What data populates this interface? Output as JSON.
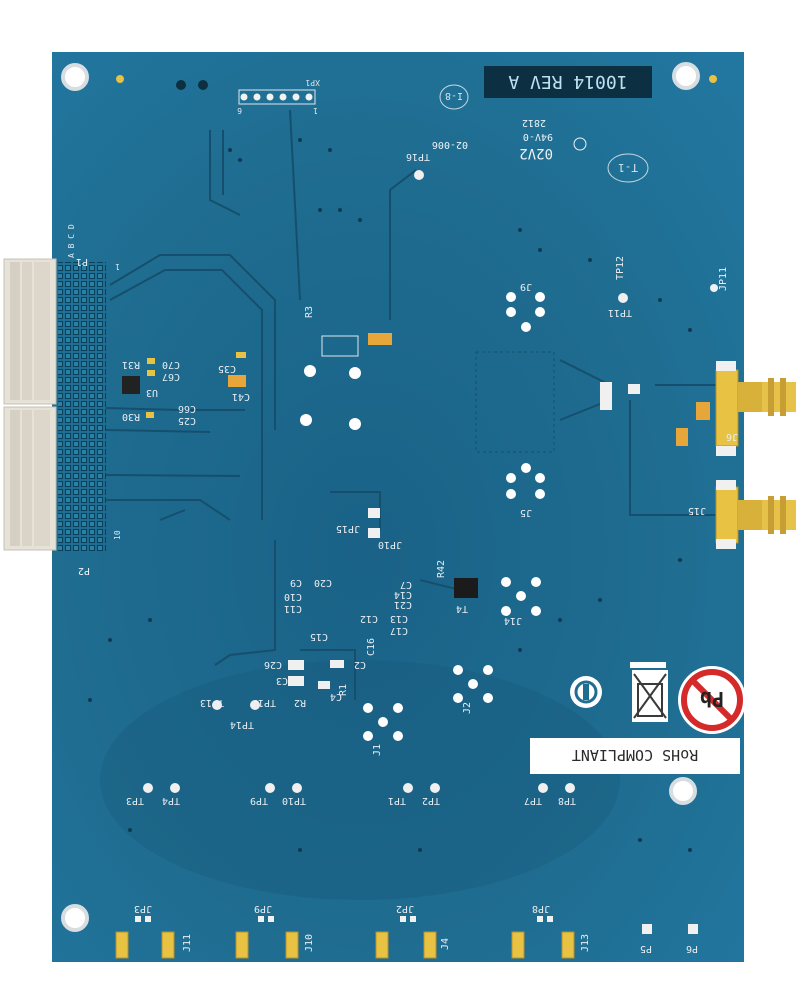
{
  "board": {
    "rev_label": "10014 REV A",
    "fab_code": "02-006",
    "date_code": "02V2",
    "rating": "94V-0",
    "lot": "2812",
    "stamp_t1": "T-1",
    "stamp_i8": "I-8",
    "rohs_label": "RoHS COMPLIANT",
    "pb_symbol": "Pb",
    "colors": {
      "board": "#1f6d91",
      "board_dark": "#1a5f82",
      "trace": "#164f6d",
      "pad_gold": "#e7c243",
      "connector": "#e7e2d8",
      "silkscreen": "#eef3f6"
    }
  },
  "connectors": {
    "p1": "P1",
    "p2": "P2",
    "p1_rows": [
      "A",
      "B",
      "C",
      "D"
    ],
    "p1_pins": "1",
    "p2_pins": "10",
    "xp1": "XP1",
    "xp1_pin_a": "1",
    "xp1_pin_b": "6"
  },
  "labels": {
    "tp16": "TP16",
    "tp12": "TP12",
    "tp11": "TP11",
    "jp11": "JP11",
    "j9": "J9",
    "j5": "J5",
    "j6": "J6",
    "j15": "J15",
    "jp15": "JP15",
    "jp10": "JP10",
    "j14": "J14",
    "j2": "J2",
    "j1": "J1",
    "t4": "T4",
    "r42": "R42",
    "r3": "R3",
    "c70": "C70",
    "c67": "C67",
    "r31": "R31",
    "u3": "U3",
    "r30": "R30",
    "c25": "C25",
    "c66": "C66",
    "c35": "C35",
    "c41": "C41",
    "c20": "C20",
    "c9": "C9",
    "c10": "C10",
    "c11": "C11",
    "c15": "C15",
    "c26": "C26",
    "c3": "C3",
    "c2": "C2",
    "c16": "C16",
    "c7": "C7",
    "c14": "C14",
    "c21": "C21",
    "c13": "C13",
    "c17": "C17",
    "c12": "C12",
    "c4": "C4",
    "r1": "R1",
    "r2": "R2",
    "tp13": "TP13",
    "tp14": "TP14",
    "tp15": "TP15",
    "tp3": "TP3",
    "tp4": "TP4",
    "tp9": "TP9",
    "tp10": "TP10",
    "tp1": "TP1",
    "tp2": "TP2",
    "tp7": "TP7",
    "tp8": "TP8",
    "jp3": "JP3",
    "jp9": "JP9",
    "jp2": "JP2",
    "jp8": "JP8",
    "j11": "J11",
    "j10": "J10",
    "j4": "J4",
    "j13": "J13",
    "p5": "P5",
    "p6": "P6"
  }
}
